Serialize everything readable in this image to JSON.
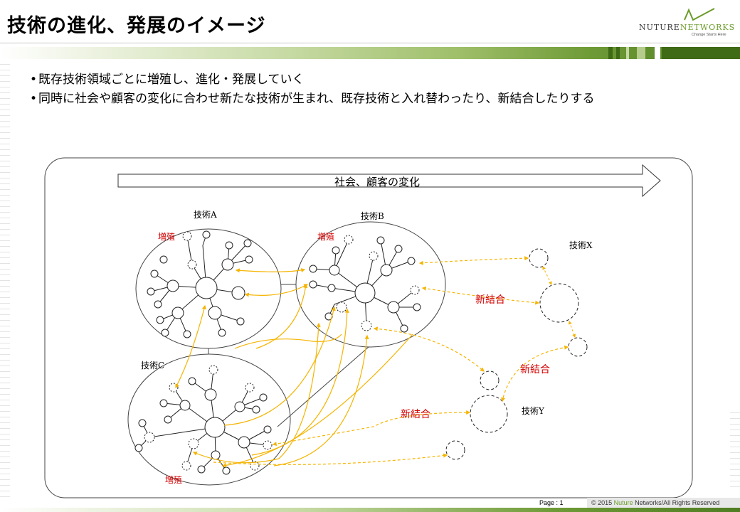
{
  "header": {
    "title": "技術の進化、発展のイメージ",
    "logo": {
      "name_main": "NUTURE",
      "name_accent": "NETWORKS",
      "tagline": "Change Starts Here",
      "colors": {
        "green": "#6b9b2a",
        "dark": "#3a3a3a"
      }
    }
  },
  "bullets": [
    {
      "mark": "•",
      "text": "既存技術領域ごとに増殖し、進化・発展していく"
    },
    {
      "mark": "•",
      "text": "同時に社会や顧客の変化に合わせ新たな技術が生まれ、既存技術と入れ替わったり、新結合したりする"
    }
  ],
  "diagram": {
    "arrow_label": "社会、顧客の変化",
    "tech_labels": {
      "a": "技術A",
      "b": "技術B",
      "c": "技術C",
      "x": "技術X",
      "y": "技術Y"
    },
    "proliferation_label": "増殖",
    "new_combination_label": "新結合",
    "colors": {
      "link": "#f5b400",
      "dashed_link": "#f5b400",
      "red_text": "#d40000",
      "line": "#000000"
    }
  },
  "footer": {
    "page": "Page : 1",
    "copyright_prefix": "© 2015 ",
    "copyright_accent": "Nuture",
    "copyright_suffix": " Networks/All Rights Reserved"
  }
}
